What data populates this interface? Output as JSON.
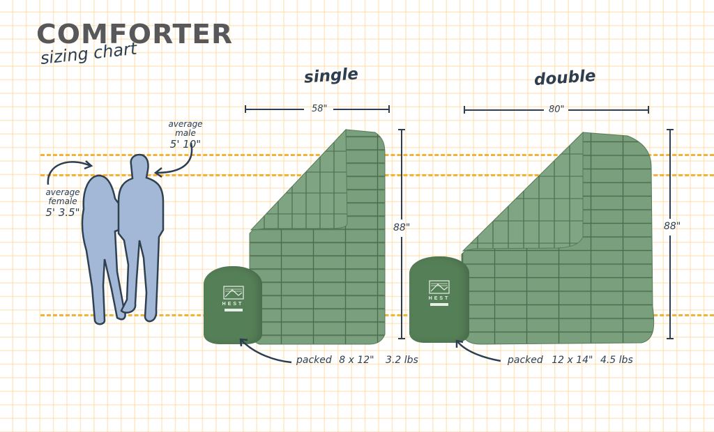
{
  "header": {
    "title": "COMFORTER",
    "subtitle": "sizing chart"
  },
  "people": {
    "female": {
      "label_line1": "average",
      "label_line2": "female",
      "height": "5' 3.5\""
    },
    "male": {
      "label_line1": "average",
      "label_line2": "male",
      "height": "5' 10\""
    },
    "fill_color": "#a3b8d6",
    "outline_color": "#2f4050"
  },
  "reference_lines": {
    "color": "#f3b23a",
    "style": "dashed"
  },
  "products": [
    {
      "name": "single",
      "width": "58\"",
      "length": "88\"",
      "packed_label": "packed",
      "packed_size": "8 x 12\"",
      "packed_weight": "3.2 lbs",
      "bag_brand": "HEST"
    },
    {
      "name": "double",
      "width": "80\"",
      "length": "88\"",
      "packed_label": "packed",
      "packed_size": "12 x 14\"",
      "packed_weight": "4.5 lbs",
      "bag_brand": "HEST"
    }
  ],
  "colors": {
    "comforter_green": "#6e9470",
    "bag_green": "#4f7a52",
    "ink": "#2c3e50",
    "title_gray": "#58585a",
    "grid": "#fdd696"
  }
}
